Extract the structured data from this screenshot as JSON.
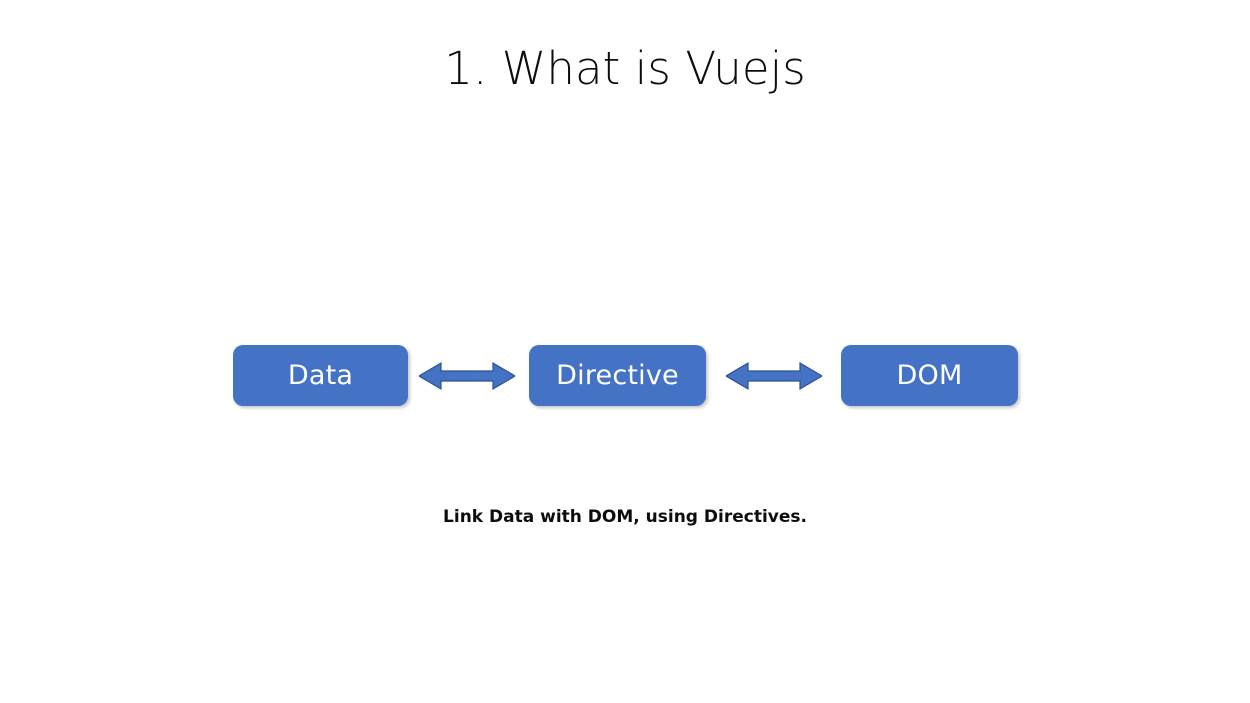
{
  "slide": {
    "title": "1. What is Vuejs",
    "background_color": "#FFFFFF",
    "caption": "Link Data with DOM, using Directives."
  },
  "diagram": {
    "type": "flow",
    "accent_color": "#4472C4",
    "arrow_color": "#4472C4",
    "arrow_outline_color": "#2F528F",
    "node_text_color": "#FFFFFF",
    "nodes": [
      {
        "id": "data",
        "label": "Data"
      },
      {
        "id": "directive",
        "label": "Directive"
      },
      {
        "id": "dom",
        "label": "DOM"
      }
    ],
    "connectors": [
      {
        "id": "data-directive",
        "kind": "double-arrow",
        "from": "data",
        "to": "directive"
      },
      {
        "id": "directive-dom",
        "kind": "double-arrow",
        "from": "directive",
        "to": "dom"
      }
    ]
  }
}
